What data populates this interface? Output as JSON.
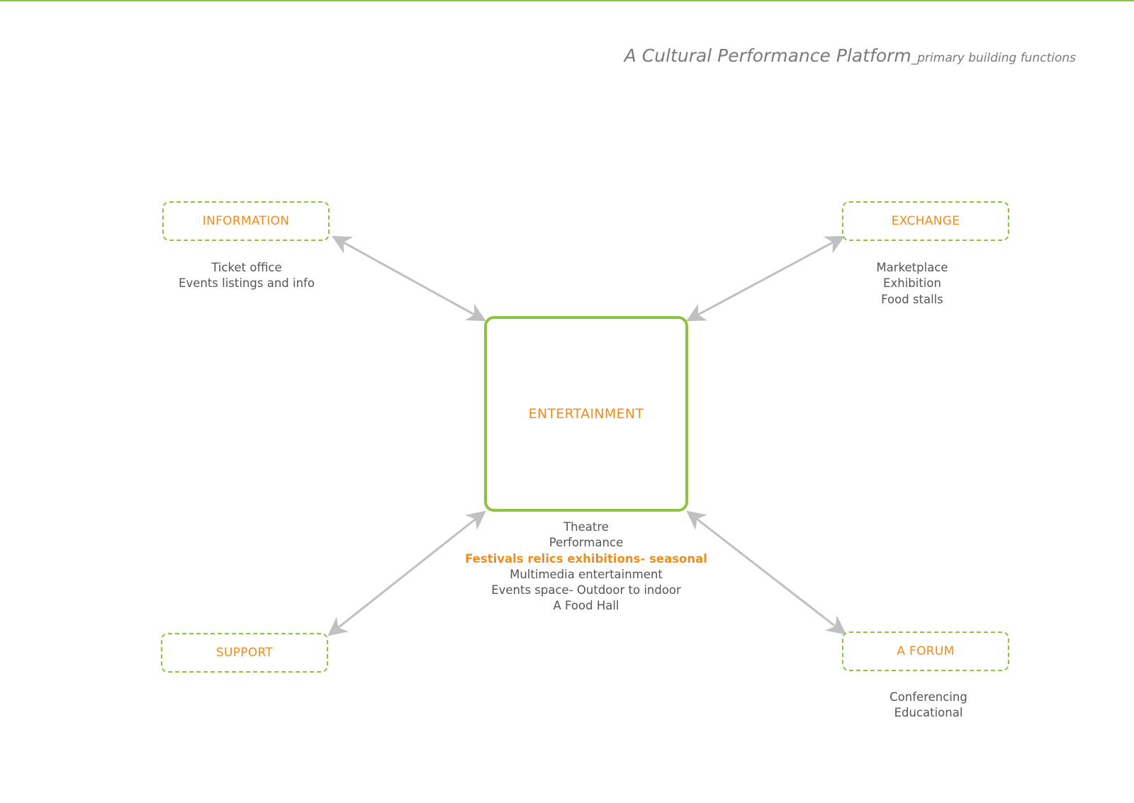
{
  "title": {
    "main": "A Cultural Performance Platform",
    "sub": "_primary building functions"
  },
  "colors": {
    "accent_green": "#8cc43f",
    "label_orange": "#f08c1a",
    "text_gray": "#555555",
    "arrow_gray": "#c0c0c0"
  },
  "center": {
    "label": "ENTERTAINMENT",
    "items": [
      {
        "text": "Theatre",
        "highlight": false
      },
      {
        "text": "Performance",
        "highlight": false
      },
      {
        "text": "Festivals relics exhibitions- seasonal",
        "highlight": true
      },
      {
        "text": "Multimedia entertainment",
        "highlight": false
      },
      {
        "text": "Events space- Outdoor to indoor",
        "highlight": false
      },
      {
        "text": "A Food Hall",
        "highlight": false
      }
    ]
  },
  "nodes": {
    "information": {
      "label": "INFORMATION",
      "items": [
        "Ticket office",
        "Events listings and info"
      ]
    },
    "exchange": {
      "label": "EXCHANGE",
      "items": [
        "Marketplace",
        "Exhibition",
        "Food stalls"
      ]
    },
    "support": {
      "label": "SUPPORT",
      "items": []
    },
    "forum": {
      "label": "A FORUM",
      "items": [
        "Conferencing",
        "Educational"
      ]
    }
  },
  "connections": [
    {
      "from": "entertainment",
      "to": "information",
      "type": "bidirectional-arrow"
    },
    {
      "from": "entertainment",
      "to": "exchange",
      "type": "bidirectional-arrow"
    },
    {
      "from": "entertainment",
      "to": "support",
      "type": "bidirectional-arrow"
    },
    {
      "from": "entertainment",
      "to": "forum",
      "type": "bidirectional-arrow"
    }
  ]
}
